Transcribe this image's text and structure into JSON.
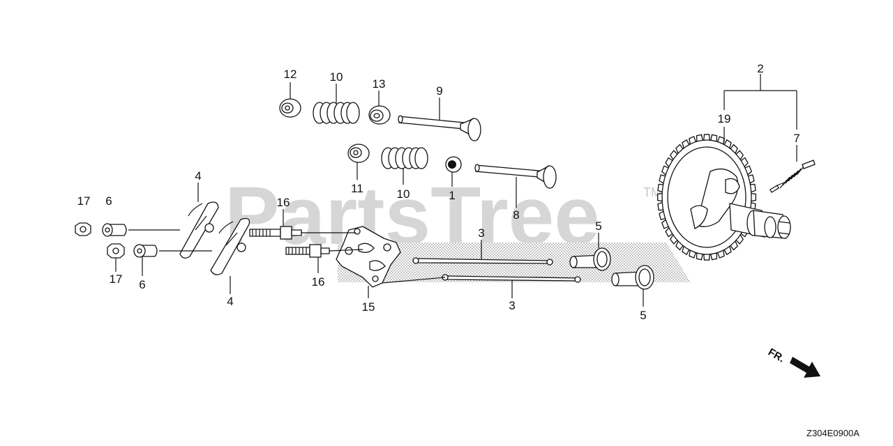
{
  "diagram": {
    "watermark": "PartsTree",
    "trademark": "TM",
    "code": "Z304E0900A",
    "direction": "FR.",
    "callouts": [
      {
        "id": "c12",
        "label": "12"
      },
      {
        "id": "c10a",
        "label": "10"
      },
      {
        "id": "c13",
        "label": "13"
      },
      {
        "id": "c9",
        "label": "9"
      },
      {
        "id": "c2",
        "label": "2"
      },
      {
        "id": "c19",
        "label": "19"
      },
      {
        "id": "c7",
        "label": "7"
      },
      {
        "id": "c11",
        "label": "11"
      },
      {
        "id": "c10b",
        "label": "10"
      },
      {
        "id": "c1",
        "label": "1"
      },
      {
        "id": "c8",
        "label": "8"
      },
      {
        "id": "c4a",
        "label": "4"
      },
      {
        "id": "c17a",
        "label": "17"
      },
      {
        "id": "c6a",
        "label": "6"
      },
      {
        "id": "c16a",
        "label": "16"
      },
      {
        "id": "c5a",
        "label": "5"
      },
      {
        "id": "c3a",
        "label": "3"
      },
      {
        "id": "c17b",
        "label": "17"
      },
      {
        "id": "c6b",
        "label": "6"
      },
      {
        "id": "c16b",
        "label": "16"
      },
      {
        "id": "c4b",
        "label": "4"
      },
      {
        "id": "c15",
        "label": "15"
      },
      {
        "id": "c3b",
        "label": "3"
      },
      {
        "id": "c5b",
        "label": "5"
      }
    ]
  }
}
